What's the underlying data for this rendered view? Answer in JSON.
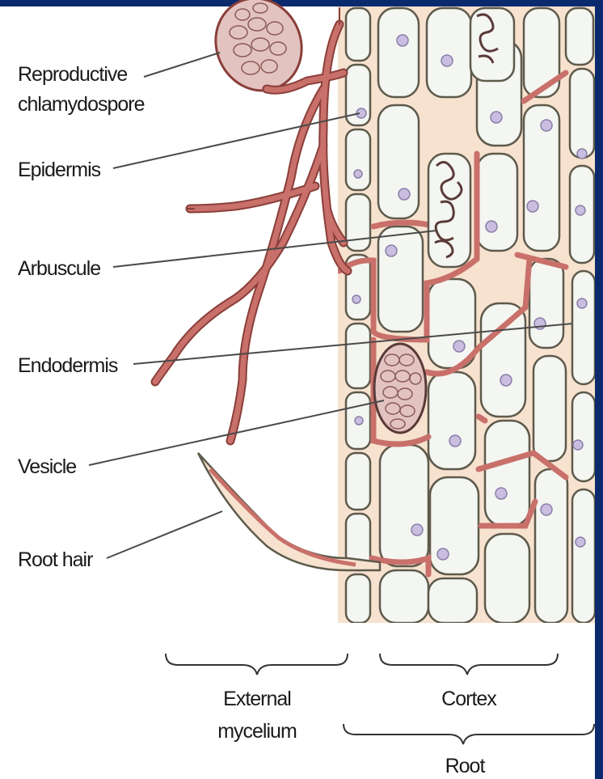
{
  "labels": {
    "reproductive_line1": "Reproductive",
    "reproductive_line2": "chlamydospore",
    "epidermis": "Epidermis",
    "arbuscule": "Arbuscule",
    "endodermis": "Endodermis",
    "vesicle": "Vesicle",
    "root_hair": "Root hair",
    "external_line1": "External",
    "external_line2": "mycelium",
    "cortex": "Cortex",
    "root": "Root"
  },
  "colors": {
    "hypha": "#c9706a",
    "hypha_outline": "#8a3f3a",
    "cell_fill": "#f4f6f2",
    "cell_outline": "#5e5a4c",
    "wall_fill": "#f6e2cf",
    "nucleus": "#c9bde0",
    "frame": "#0b2a6e"
  }
}
